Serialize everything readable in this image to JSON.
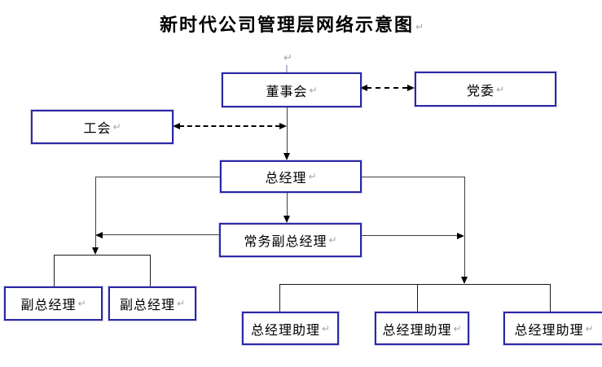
{
  "title": {
    "text": "新时代公司管理层网络示意图"
  },
  "marks": {
    "pilcrow": "↵"
  },
  "nodes": {
    "board": {
      "label": "董事会"
    },
    "party": {
      "label": "党委"
    },
    "union": {
      "label": "工会"
    },
    "gm": {
      "label": "总经理"
    },
    "evgm": {
      "label": "常务副总经理"
    },
    "dgm1": {
      "label": "副总经理"
    },
    "dgm2": {
      "label": "副总经理"
    },
    "asst1": {
      "label": "总经理助理"
    },
    "asst2": {
      "label": "总经理助理"
    },
    "asst3": {
      "label": "总经理助理"
    }
  },
  "colors": {
    "background": "#ffffff",
    "box_border": "#2b28a3",
    "connector_line": "#3f3f3f",
    "arrow": "#000000",
    "dashed_line": "#000000",
    "paragraph_mark": "#a3a3a3",
    "title_text": "#000000"
  }
}
